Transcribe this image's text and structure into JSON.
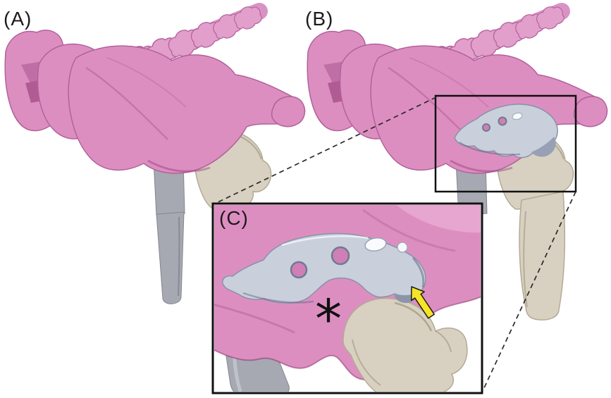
{
  "figure": {
    "panels": [
      {
        "id": "A",
        "label": "(A)"
      },
      {
        "id": "B",
        "label": "(B)"
      },
      {
        "id": "C",
        "label": "(C)"
      }
    ],
    "inset": {
      "asterisk": "*"
    },
    "colors": {
      "bone_pink": "#dd8ec1",
      "bone_pink_shadow": "#b2619a",
      "bone_tan": "#d8d1c1",
      "bone_gray": "#a6a9b2",
      "implant_gray_blue": "#c9cfdb",
      "arrow_yellow": "#f6e426",
      "outline_black": "#111111"
    }
  }
}
